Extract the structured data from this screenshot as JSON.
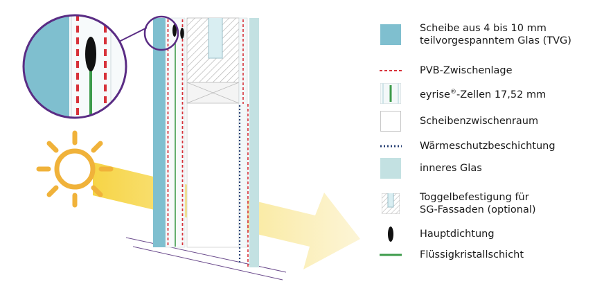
{
  "colors": {
    "outer_glass": "#7fbfcf",
    "inner_glass": "#c3e1e2",
    "pvb": "#d7323a",
    "lc_layer": "#3d9b4b",
    "coating": "#273f73",
    "seal": "#111111",
    "sun": "#f0b23a",
    "beam": "#f6d23c",
    "circle": "#5a2c84"
  },
  "legend": [
    {
      "key": "glass",
      "icon": "light-blue-square-icon",
      "line1": "Scheibe aus 4 bis 10 mm",
      "line2": "teilvorgespanntem Glas (TVG)"
    },
    {
      "key": "pvb",
      "icon": "red-dashed-line-icon",
      "line1": "PVB-Zwischenlage"
    },
    {
      "key": "cells",
      "icon": "cell-icon",
      "line1a": "eyrise",
      "sup": "®",
      "line1b": "-Zellen 17,52 mm"
    },
    {
      "key": "gap",
      "icon": "white-square-icon",
      "line1": "Scheibenzwischenraum"
    },
    {
      "key": "coating",
      "icon": "blue-dotted-line-icon",
      "line1": "Wärmeschutzbeschichtung"
    },
    {
      "key": "inner",
      "icon": "pale-blue-square-icon",
      "line1": "inneres Glas"
    },
    {
      "key": "toggle",
      "icon": "toggle-fastening-icon",
      "line1": "Toggelbefestigung für",
      "line2": "SG-Fassaden (optional)"
    },
    {
      "key": "seal",
      "icon": "black-ellipse-icon",
      "line1": "Hauptdichtung"
    },
    {
      "key": "lc",
      "icon": "green-line-icon",
      "line1": "Flüssigkristallschicht"
    }
  ]
}
